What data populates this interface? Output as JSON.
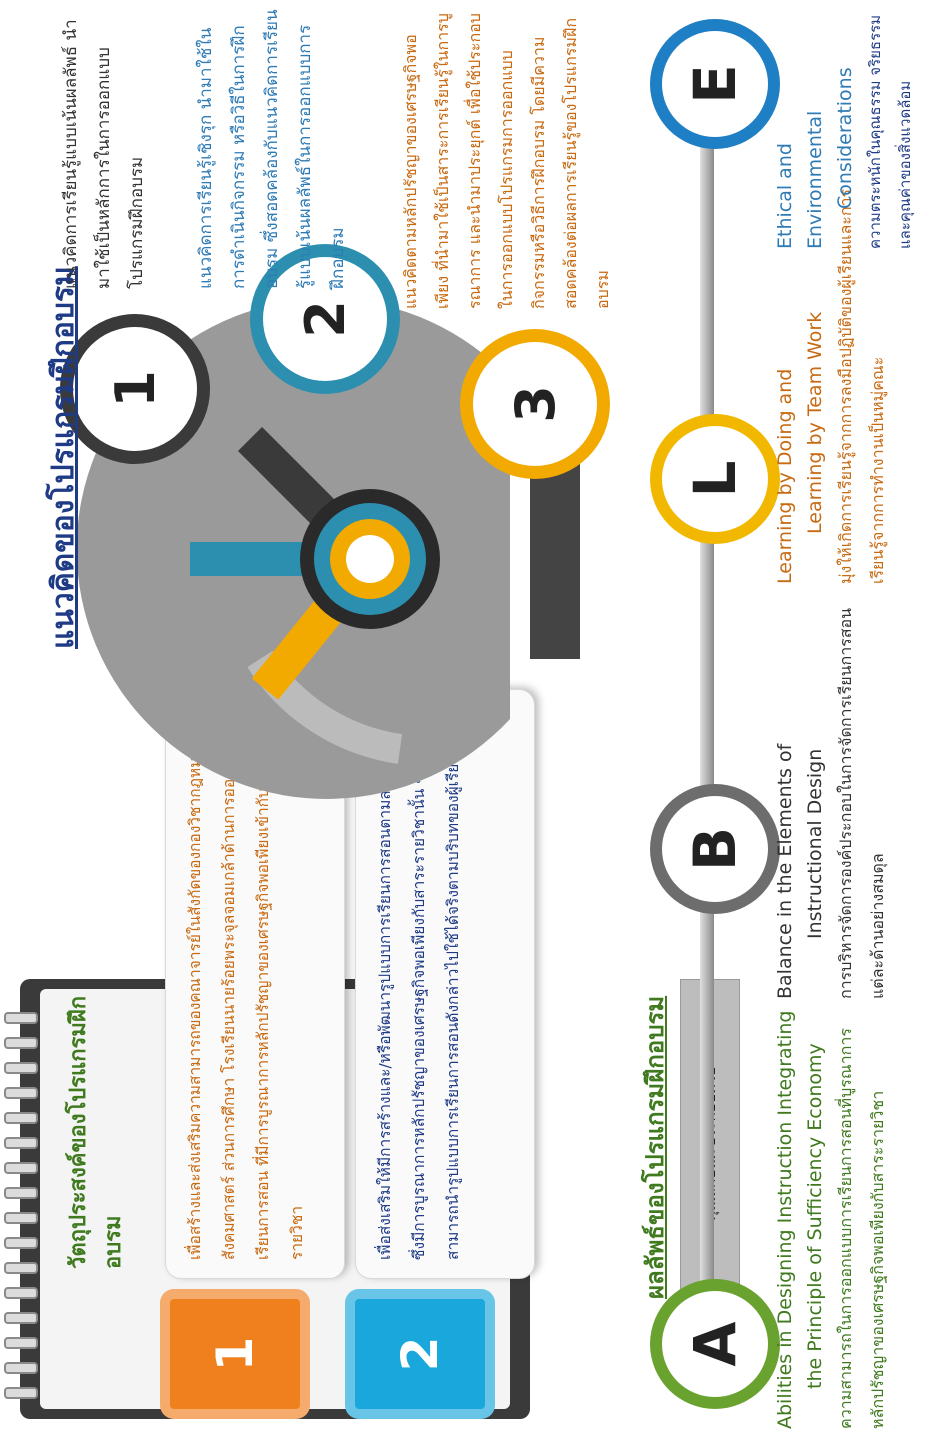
{
  "concept": {
    "title": "แนวคิดของโปรแกรมฝึกอบรม",
    "items": [
      {
        "number": "1",
        "text": "แนวคิดการเรียนรู้แบบเน้นผลลัพธ์ นำมาใช้เป็นหลักการในการออกแบบโปรแกรมฝึกอบรม",
        "color": "#3a3a3a"
      },
      {
        "number": "2",
        "text": "แนวคิดการเรียนรู้เชิงรุก นำมาใช้ในการดำเนินกิจกรรม หรือวิธีในการฝึกอบรม ซึ่งสอดคล้องกับแนวคิดการเรียนรู้แบบเน้นผลลัพธ์ในการออกแบบการฝึกอบรม",
        "color": "#2c8fb0"
      },
      {
        "number": "3",
        "text": "แนวคิดตามหลักปรัชญาของเศรษฐกิจพอเพียง ที่นำมาใช้เป็นสาระการเรียนรู้ในการบูรณาการ และนำมาประยุกต์ เพื่อใช้ประกอบในการออกแบบโปรแกรมการออกแบบกิจกรรมหรือวิธีการฝึกอบรม โดยมีความสอดคล้องต่อผลการเรียนรู้ของโปรแกรมฝึกอบรม",
        "color": "#f2a900"
      }
    ]
  },
  "objectives": {
    "title": "วัตถุประสงค์ของโปรแกรมฝึกอบรม",
    "items": [
      {
        "number": "1",
        "text": "เพื่อสร้างและส่งเสริมความสามารถของคณาจารย์ในสังกัดของกองวิชากฎหมายและสังคมศาสตร์ ส่วนการศึกษา โรงเรียนนายร้อยพระจุลจอมเกล้าด้านการออกแบบการเรียนการสอน ที่มีการบูรณาการหลักปรัชญาของเศรษฐกิจพอเพียงเข้ากับสาระรายวิชา",
        "color": "#f07f1e"
      },
      {
        "number": "2",
        "text": "เพื่อส่งเสริมให้มีการสร้างและ/หรือพัฒนารูปแบบการเรียนการสอนตามสาระรายวิชา ซึ่งมีการบูรณาการหลักปรัชญาของเศรษฐกิจพอเพียงกับสาระรายวิชานั้น ๆ โดยสามารถนำรูปแบบการเรียนการสอนดังกล่าวไปใช้ได้จริงตามบริบทของผู้เรียน",
        "color": "#1aa7dc"
      }
    ]
  },
  "outcomes": {
    "title": "ผลลัพธ์ของโปรแกรมฝึกอบรม",
    "ribbon": "คุณลักษณะประกอบด้วย",
    "items": [
      {
        "letter": "A",
        "en": [
          "Abilities in Designing Instruction Integrating",
          "the Principle of Sufficiency Economy"
        ],
        "th": "ความสามารถในการออกแบบการเรียนการสอนที่บูรณาการหลักปรัชญาของเศรษฐกิจพอเพียงกับสาระรายวิชา",
        "color": "#6aa22f"
      },
      {
        "letter": "B",
        "en": [
          "Balance in the Elements of",
          "Instructional Design"
        ],
        "th": "การบริหารจัดการองค์ประกอบในการจัดการเรียนการสอนแต่ละด้านอย่างสมดุล",
        "color": "#6d6d6d"
      },
      {
        "letter": "L",
        "en": [
          "Learning by Doing and",
          "Learning by Team Work"
        ],
        "th": "มุ่งให้เกิดการเรียนรู้จากการลงมือปฏิบัติของผู้เรียนและการเรียนรู้จากการทำงานเป็นหมู่คณะ",
        "color": "#f2b800"
      },
      {
        "letter": "E",
        "en": [
          "Ethical and Environmental",
          "Considerations"
        ],
        "th": "ความตระหนักในคุณธรรม จริยธรรม และคุณค่าของสิ่งแวดล้อม",
        "color": "#1f7fc4"
      }
    ]
  }
}
